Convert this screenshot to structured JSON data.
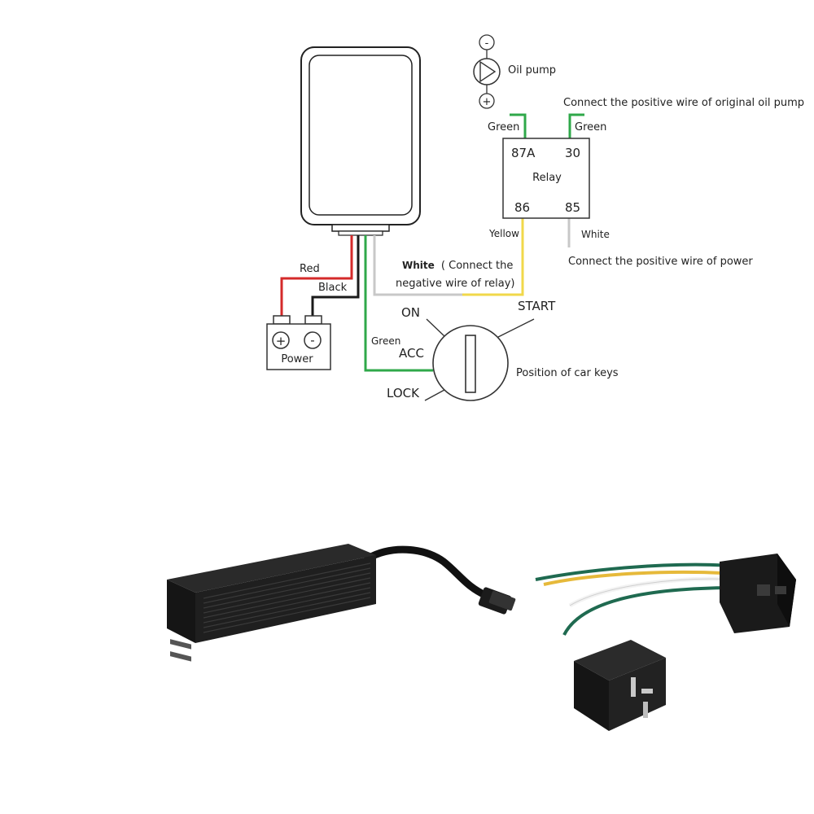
{
  "diagram": {
    "relay": {
      "title": "Relay",
      "pins": {
        "p87a": "87A",
        "p30": "30",
        "p86": "86",
        "p85": "85"
      }
    },
    "oil_pump": {
      "label": "Oil pump",
      "minus": "-",
      "plus": "+"
    },
    "wire_labels": {
      "green_87a": "Green",
      "green_30": "Green",
      "yellow": "Yellow",
      "white_85": "White",
      "red": "Red",
      "black": "Black",
      "green_acc": "Green",
      "white_relay_line1": "White",
      "white_relay_line1_rest": "( Connect the",
      "white_relay_line2": "negative wire of relay)"
    },
    "notes": {
      "connect_oil_pump": "Connect the positive wire of original oil pump",
      "connect_power": "Connect the positive wire of power",
      "car_keys": "Position of car keys"
    },
    "power": {
      "label": "Power",
      "plus": "+",
      "minus": "-"
    },
    "key_positions": {
      "on": "ON",
      "start": "START",
      "acc": "ACC",
      "lock": "LOCK"
    },
    "colors": {
      "red": "#d42a2a",
      "black": "#1a1a1a",
      "green": "#2fa84a",
      "white_wire": "#c8c8c8",
      "yellow": "#f1d84a",
      "outline": "#333333"
    }
  }
}
